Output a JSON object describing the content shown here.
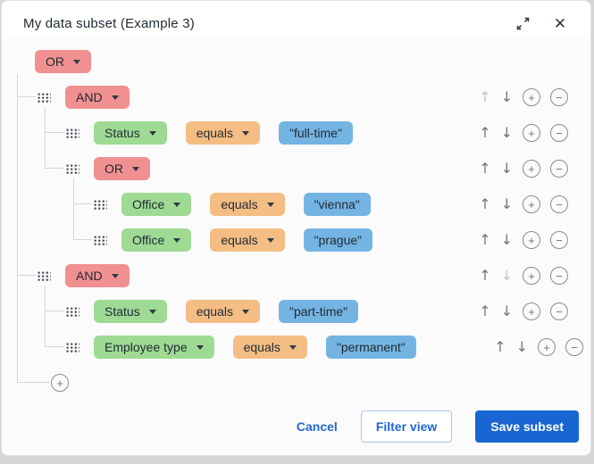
{
  "dialog": {
    "title": "My data subset (Example 3)"
  },
  "icons": {
    "expand": "diagonal-expand-arrows",
    "close": "✕",
    "move_up": "↑",
    "move_down": "↓",
    "add": "+",
    "remove": "−",
    "drag_handle": "dots-grid"
  },
  "colors": {
    "operator_chip": "#f09090",
    "field_chip": "#9fda94",
    "condition_chip": "#f4bd83",
    "value_chip": "#74b4e3",
    "primary_blue": "#1966d2",
    "link_blue": "#2368cd",
    "connector": "#d5d5d9"
  },
  "tree": {
    "rows": [
      {
        "name": "root-group-or",
        "level": 0,
        "kind": "group",
        "operator": "OR"
      },
      {
        "name": "group-and-1",
        "level": 1,
        "kind": "group",
        "operator": "AND",
        "actions": {
          "up": false,
          "down": true,
          "add": true,
          "remove": true
        }
      },
      {
        "name": "rule-status-fulltime",
        "level": 2,
        "kind": "rule",
        "field": "Status",
        "condition": "equals",
        "value": "\"full-time\"",
        "actions": {
          "up": true,
          "down": true,
          "add": true,
          "remove": true
        }
      },
      {
        "name": "group-or-nested",
        "level": 2,
        "kind": "group",
        "operator": "OR",
        "actions": {
          "up": true,
          "down": true,
          "add": true,
          "remove": true
        }
      },
      {
        "name": "rule-office-vienna",
        "level": 3,
        "kind": "rule",
        "field": "Office",
        "condition": "equals",
        "value": "\"vienna\"",
        "actions": {
          "up": true,
          "down": true,
          "add": true,
          "remove": true
        }
      },
      {
        "name": "rule-office-prague",
        "level": 3,
        "kind": "rule",
        "field": "Office",
        "condition": "equals",
        "value": "\"prague\"",
        "actions": {
          "up": true,
          "down": true,
          "add": true,
          "remove": true
        }
      },
      {
        "name": "group-and-2",
        "level": 1,
        "kind": "group",
        "operator": "AND",
        "actions": {
          "up": true,
          "down": false,
          "add": true,
          "remove": true
        }
      },
      {
        "name": "rule-status-parttime",
        "level": 2,
        "kind": "rule",
        "field": "Status",
        "condition": "equals",
        "value": "\"part-time\"",
        "actions": {
          "up": true,
          "down": true,
          "add": true,
          "remove": true
        }
      },
      {
        "name": "rule-employeetype-permanent",
        "level": 2,
        "kind": "rule",
        "field": "Employee type",
        "condition": "equals",
        "value": "\"permanent\"",
        "flush": true,
        "actions": {
          "up": true,
          "down": true,
          "add": true,
          "remove": true
        }
      }
    ]
  },
  "footer": {
    "cancel": "Cancel",
    "filter_view": "Filter view",
    "save": "Save subset"
  }
}
